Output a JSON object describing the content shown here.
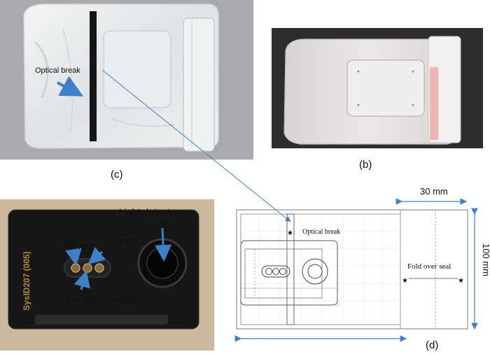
{
  "colors": {
    "photo_bg_c": "#a9aaad",
    "photo_bg_b": "#2e2c2d",
    "bag": "#e6e9ea",
    "arrow": "#3f7fc8",
    "band": "#161616",
    "device": "#171717",
    "tan_bg": "#c9b89c"
  },
  "panel_c": {
    "label": "(c)",
    "annotation": "Optical break"
  },
  "panel_b": {
    "label": "(b)"
  },
  "device_photo": {
    "vertical_label": "SysID207 (005)",
    "light_detector": "Light detector",
    "dim_40": "40 mm",
    "dim_30": "30 mm",
    "emitters": "35 mm light emitters"
  },
  "panel_d": {
    "label": "(d)",
    "optical_break": "Optical break",
    "fold_over_seal": "Fold over seal",
    "dim_top": "30 mm",
    "dim_right": "100 mm"
  }
}
